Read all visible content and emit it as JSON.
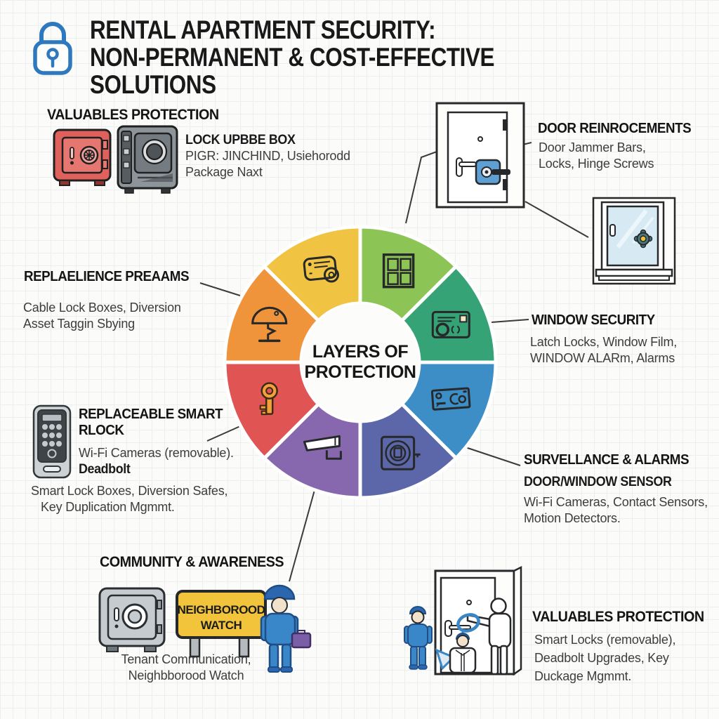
{
  "title": {
    "line1": "RENTAL APARTMENT SECURITY:",
    "line2": "NON-PERMANENT & COST-EFFECTIVE SOLUTIONS"
  },
  "center": {
    "line1": "LAYERS OF",
    "line2": "PROTECTION"
  },
  "sections": {
    "valuables_top": {
      "heading": "VALUABLES PROTECTION",
      "item_title": "LOCK UPBBE BOX",
      "line1": "PIGR: JINCHIND, Usiehorodd",
      "line2": "Package Naxt"
    },
    "door": {
      "heading": "DOOR REINROCEMENTS",
      "line1": "Door Jammer Bars,",
      "line2": "Locks, Hinge Screws"
    },
    "window": {
      "heading": "WINDOW SECURITY",
      "line1": "Latch Locks, Window Film,",
      "line2": "WINDOW ALARm, Alarms"
    },
    "resilience": {
      "heading": "REPLAELIENCE PREAAMS",
      "line1": "Cable Lock Boxes, Diversion",
      "line2": "Asset Taggin Sbying"
    },
    "smart_lock": {
      "heading_line1": "REPLACEABLE SMART",
      "heading_line2": "RLOCK",
      "line1": "Wi-Fi Cameras (removable).",
      "line2": "Deadbolt",
      "line3": "Smart Lock Boxes, Diversion Safes,",
      "line4": "Key Duplication Mgmmt."
    },
    "surveillance": {
      "heading": "SURVELLANCE & ALARMS",
      "subheading": "DOOR/WINDOW SENSOR",
      "line1": "Wi-Fi Cameras, Contact Sensors,",
      "line2": "Motion Detectors."
    },
    "community": {
      "heading": "COMMUNITY & AWARENESS",
      "sign_line1": "NEIGHBOROOD",
      "sign_line2": "WATCH",
      "line1": "Tenant Communication,",
      "line2": "Neighbborood Watch"
    },
    "valuables_bottom": {
      "heading": "VALUABLES PROTECTION",
      "line1": "Smart Locks (removable),",
      "line2": "Deadbolt Upgrades, Key",
      "line3": "Duckage Mgmmt."
    }
  },
  "donut": {
    "segments": [
      {
        "name": "window-layer",
        "color": "#8cc455",
        "icon": "window-icon"
      },
      {
        "name": "reader-layer",
        "color": "#35a376",
        "icon": "card-reader-icon"
      },
      {
        "name": "sensor-layer",
        "color": "#3d8ec7",
        "icon": "sensor-icon"
      },
      {
        "name": "coil-layer",
        "color": "#5b67a8",
        "icon": "coil-icon"
      },
      {
        "name": "camera-layer",
        "color": "#8768ae",
        "icon": "cctv-camera-icon"
      },
      {
        "name": "key-layer",
        "color": "#e15454",
        "icon": "key-icon"
      },
      {
        "name": "lamp-layer",
        "color": "#f0943b",
        "icon": "lamp-icon"
      },
      {
        "name": "tag-layer",
        "color": "#f0c342",
        "icon": "keytag-icon"
      }
    ]
  },
  "colors": {
    "accent_blue": "#2e78bf",
    "person_blue": "#3987c9",
    "sign_yellow": "#f2c43c",
    "safe_red": "#e0615c",
    "key_orange": "#f2a03e"
  }
}
